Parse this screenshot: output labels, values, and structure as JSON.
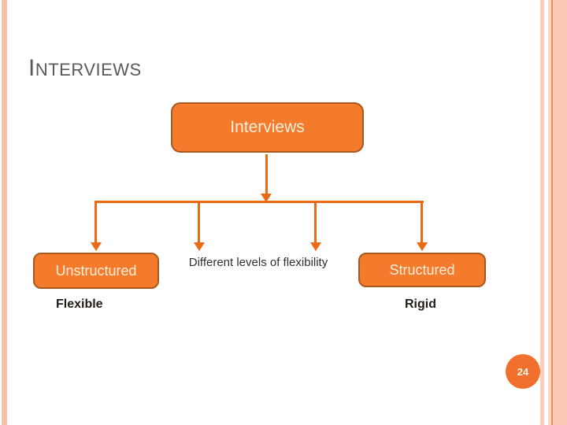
{
  "slide": {
    "title_initial": "I",
    "title_rest": "NTERVIEWS",
    "page_number": "24"
  },
  "diagram": {
    "root": {
      "label": "Interviews"
    },
    "left_node": {
      "label": "Unstructured"
    },
    "right_node": {
      "label": "Structured"
    },
    "center_label": "Different levels of flexibility",
    "left_caption": "Flexible",
    "right_caption": "Rigid"
  },
  "colors": {
    "node_fill": "#f47a2c",
    "node_border": "#a9591f",
    "node_text": "#f8efdc",
    "connector": "#ec6a13",
    "stripe_salmon": "#f4c2ad",
    "title_gray": "#595a5c",
    "page_circle": "#f2702e",
    "caption_text": "#211b15"
  }
}
